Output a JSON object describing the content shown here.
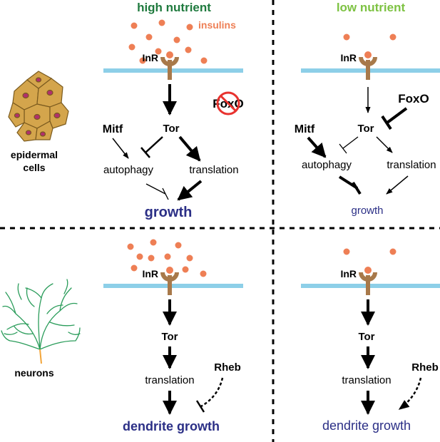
{
  "headers": {
    "high": "high nutrient",
    "low": "low nutrient",
    "high_color": "#1f7a3e",
    "low_color": "#7dc242"
  },
  "cell_types": {
    "epidermal": [
      "epidermal",
      "cells"
    ],
    "neurons": "neurons"
  },
  "labels": {
    "insulins": "insulins",
    "inr": "InR",
    "foxo": "FoxO",
    "mitf": "Mitf",
    "tor": "Tor",
    "autophagy": "autophagy",
    "translation": "translation",
    "growth": "growth",
    "rheb": "Rheb",
    "dendrite_growth": "dendrite growth"
  },
  "colors": {
    "insulin_dot": "#ee7f55",
    "membrane": "#8dcfe8",
    "receptor": "#a8794a",
    "growth_text": "#2b2f86",
    "prohibit": "#e8322e",
    "cell_fill": "#d4a54c",
    "cell_nucleus": "#b0306d",
    "neuron": "#2a9c5a",
    "axon": "#f2a53a"
  }
}
